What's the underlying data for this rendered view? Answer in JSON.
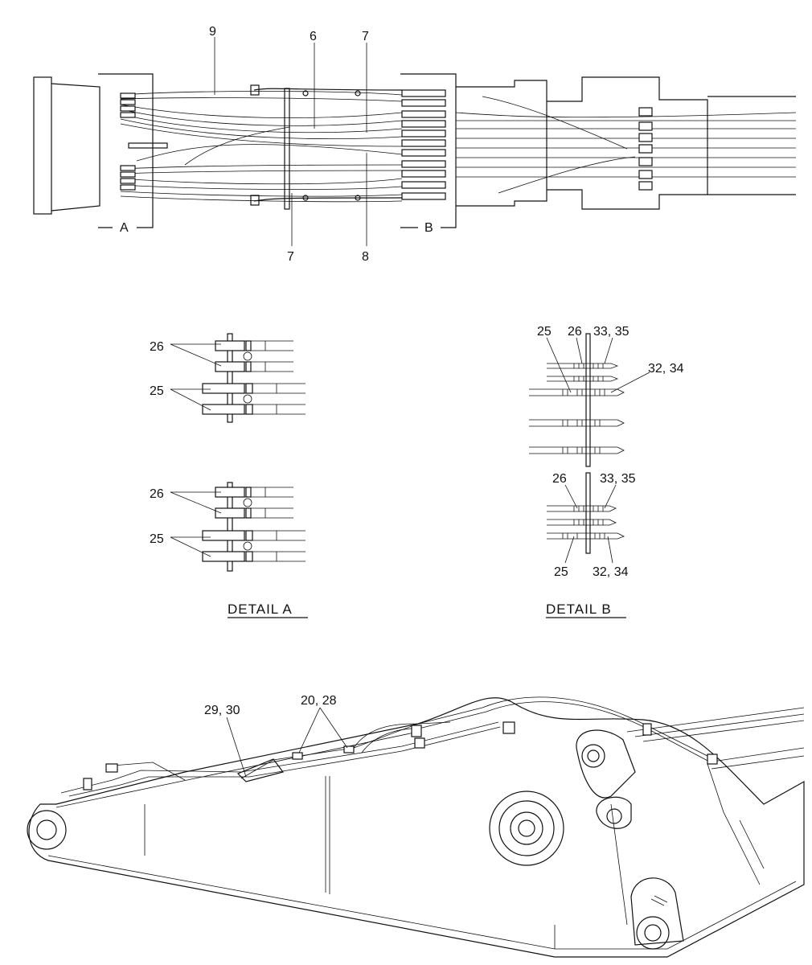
{
  "top_view": {
    "callouts": {
      "c9": "9",
      "c6": "6",
      "c7_top": "7",
      "c7_bottom": "7",
      "c8": "8"
    },
    "zone_labels": {
      "a": "A",
      "b": "B"
    }
  },
  "detail_a": {
    "title": "DETAIL  A",
    "callouts": {
      "upper_26": "26",
      "upper_25": "25",
      "lower_26": "26",
      "lower_25": "25"
    }
  },
  "detail_b": {
    "title": "DETAIL  B",
    "callouts": {
      "top_25": "25",
      "top_26": "26",
      "top_33_35": "33, 35",
      "top_32_34": "32, 34",
      "bottom_26": "26",
      "bottom_33_35": "33, 35",
      "bottom_25": "25",
      "bottom_32_34": "32, 34"
    }
  },
  "boom_view": {
    "callouts": {
      "c29_30": "29, 30",
      "c20_28": "20, 28"
    }
  }
}
